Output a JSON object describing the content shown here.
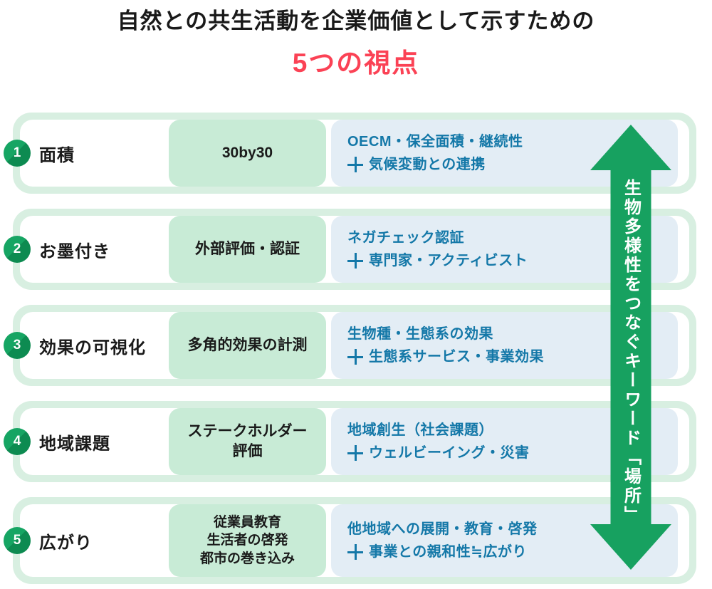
{
  "title": {
    "line1": "自然との共生活動を企業価値として示すための",
    "line2": "5つの視点"
  },
  "rows": [
    {
      "number": "1",
      "label": "面積",
      "method_lines": [
        "30by30"
      ],
      "keywords_primary": "OECM・保全面積・継続性",
      "keywords_secondary": "気候変動との連携"
    },
    {
      "number": "2",
      "label": "お墨付き",
      "method_lines": [
        "外部評価・認証"
      ],
      "keywords_primary": "ネガチェック認証",
      "keywords_secondary": "専門家・アクティビスト"
    },
    {
      "number": "3",
      "label": "効果の可視化",
      "method_lines": [
        "多角的効果の計測"
      ],
      "keywords_primary": "生物種・生態系の効果",
      "keywords_secondary": "生態系サービス・事業効果"
    },
    {
      "number": "4",
      "label": "地域課題",
      "method_lines": [
        "ステークホルダー",
        "評価"
      ],
      "keywords_primary": "地域創生（社会課題）",
      "keywords_secondary": "ウェルビーイング・災害"
    },
    {
      "number": "5",
      "label": "広がり",
      "method_lines": [
        "従業員教育",
        "生活者の啓発",
        "都市の巻き込み"
      ],
      "keywords_primary": "他地域への展開・教育・啓発",
      "keywords_secondary": "事業との親和性≒広がり"
    }
  ],
  "arrow": {
    "label": "生物多様性をつなぐキーワード「場所」"
  },
  "colors": {
    "title_accent_red": "#fb4255",
    "row_border_green": "#d8efe1",
    "method_box_green": "#c8ebd6",
    "keywords_box_blue": "#e3edf5",
    "keywords_text_blue": "#1478a8",
    "arrow_green": "#17a160",
    "badge_green": "#16a563"
  }
}
